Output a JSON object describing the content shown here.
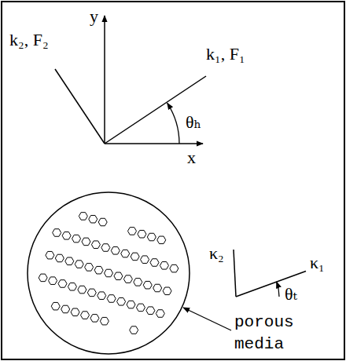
{
  "diagram": {
    "labels": [
      "y",
      "x",
      "k₂, F₂",
      "k₁, F₁",
      "θₕ",
      "κ₂",
      "κ₁",
      "θₜ",
      "porous media"
    ]
  }
}
